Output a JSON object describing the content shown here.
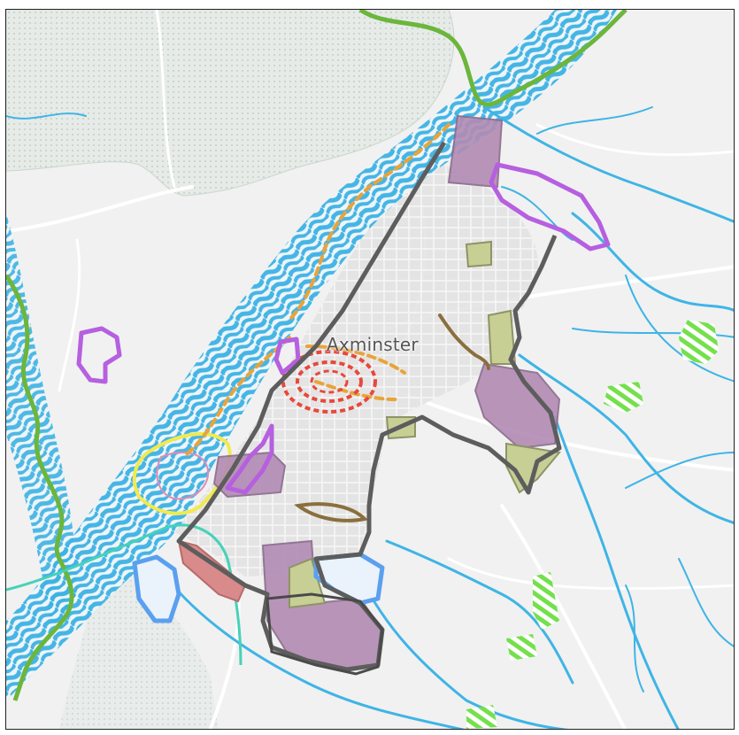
{
  "map": {
    "place_label": "Axminster",
    "colors": {
      "background": "#f2f2f2",
      "upland": "#e7ebe8",
      "river": "#3fb4e6",
      "boundary": "#5a5a5a",
      "green_route": "#6bb63b",
      "purple_zone": "#b65fe0",
      "mauve_zone": "#b28bb4",
      "olive_zone": "#c7cf95",
      "orange_dash": "#e8a43a",
      "red_zone": "#e8483b",
      "yellow_zone": "#eeea55",
      "blue_zone": "#5aa0ef",
      "lime_hatch": "#6fe04a",
      "pink_zone": "#d98a8a",
      "brown_path": "#8a6f3e",
      "teal_line": "#3fd0b8"
    },
    "layers": [
      {
        "name": "upland-area",
        "color": "upland"
      },
      {
        "name": "river-network",
        "color": "river"
      },
      {
        "name": "settlement-boundary",
        "color": "boundary"
      },
      {
        "name": "green-route",
        "color": "green_route"
      },
      {
        "name": "purple-zones",
        "color": "purple_zone"
      },
      {
        "name": "mauve-zones",
        "color": "mauve_zone"
      },
      {
        "name": "olive-zones",
        "color": "olive_zone"
      },
      {
        "name": "hatched-zones",
        "color": "lime_hatch"
      }
    ]
  }
}
